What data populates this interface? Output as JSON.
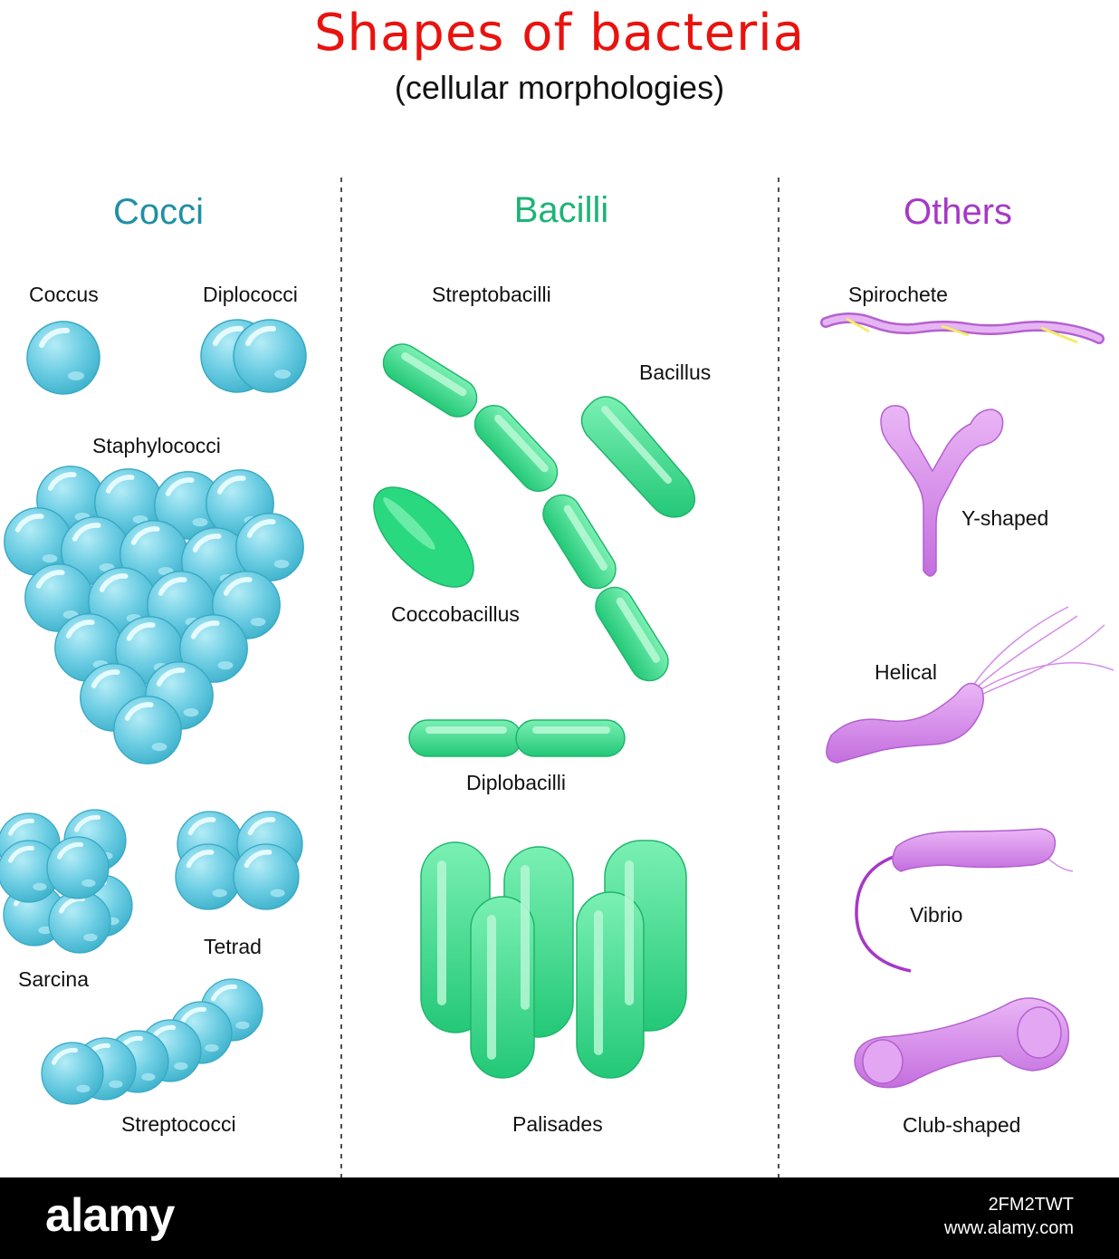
{
  "title": "Shapes of bacteria",
  "subtitle": "(cellular morphologies)",
  "colors": {
    "title": "#e8130f",
    "cocci": "#1f8fa6",
    "bacilli": "#1db377",
    "others": "#a638c6",
    "cocci_fill": "#6ccde3",
    "bacilli_fill": "#43e28e",
    "others_fill": "#d48ae8"
  },
  "sections": {
    "cocci": {
      "heading": "Cocci",
      "labels": {
        "coccus": "Coccus",
        "diplococci": "Diplococci",
        "staphylococci": "Staphylococci",
        "sarcina": "Sarcina",
        "tetrad": "Tetrad",
        "streptococci": "Streptococci"
      }
    },
    "bacilli": {
      "heading": "Bacilli",
      "labels": {
        "streptobacilli": "Streptobacilli",
        "bacillus": "Bacillus",
        "coccobacillus": "Coccobacillus",
        "diplobacilli": "Diplobacilli",
        "palisades": "Palisades"
      }
    },
    "others": {
      "heading": "Others",
      "labels": {
        "spirochete": "Spirochete",
        "y_shaped": "Y-shaped",
        "helical": "Helical",
        "vibrio": "Vibrio",
        "club_shaped": "Club-shaped"
      }
    }
  },
  "footer": {
    "logo": "alamy",
    "image_id": "2FM2TWT",
    "site": "www.alamy.com"
  }
}
